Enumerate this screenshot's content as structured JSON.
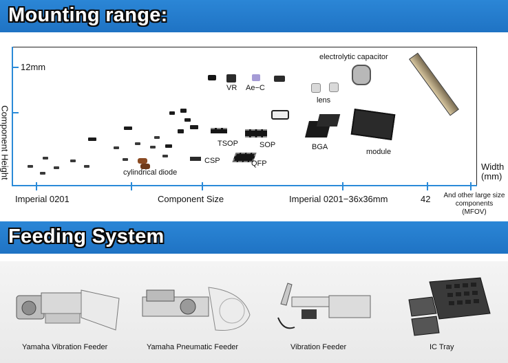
{
  "sections": {
    "mounting_title": "Mounting range:",
    "feeding_title": "Feeding System"
  },
  "chart": {
    "y_axis_label": "Component Height",
    "y_tick_label": "12mm",
    "x_axis_unit": "Width\n(mm)",
    "x_labels": {
      "left": "Imperial 0201",
      "middle": "Component Size",
      "right": "Imperial 0201−36x36mm",
      "num": "42",
      "far": "And other large size\ncomponents\n(MFOV)"
    },
    "components": {
      "vr": "VR",
      "aec": "Ae−C",
      "electrolytic": "electrolytic capacitor",
      "lens": "lens",
      "tsop": "TSOP",
      "sop": "SOP",
      "bga": "BGA",
      "module": "module",
      "csp": "CSP",
      "qfp": "QFP",
      "diode": "cylindrical diode"
    }
  },
  "feeders": [
    "Yamaha Vibration Feeder",
    "Yamaha Pneumatic Feeder",
    "Vibration Feeder",
    "IC Tray"
  ],
  "colors": {
    "banner": "#1f73c4",
    "axis": "#2a8ad8"
  }
}
